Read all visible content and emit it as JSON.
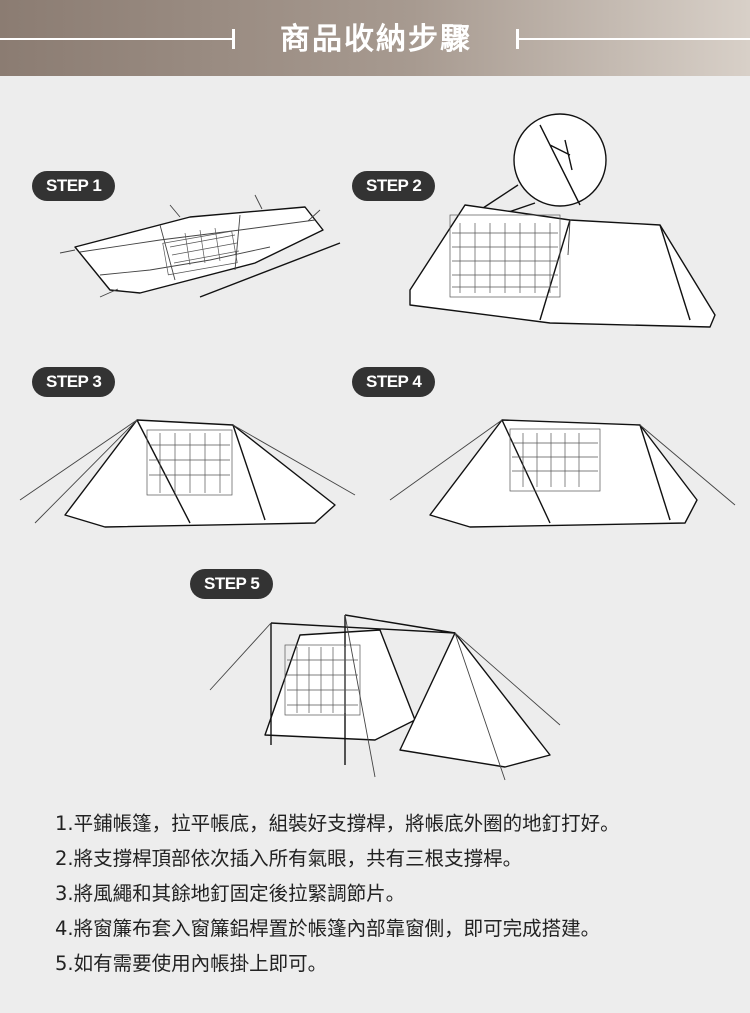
{
  "header": {
    "title": "商品收納步驟"
  },
  "steps": [
    {
      "badge": "STEP 1"
    },
    {
      "badge": "STEP 2"
    },
    {
      "badge": "STEP 3"
    },
    {
      "badge": "STEP 4"
    },
    {
      "badge": "STEP 5"
    }
  ],
  "instructions": [
    "1.平鋪帳篷，拉平帳底，組裝好支撐桿，將帳底外圈的地釘打好。",
    "2.將支撐桿頂部依次插入所有氣眼，共有三根支撐桿。",
    "3.將風繩和其餘地釘固定後拉緊調節片。",
    "4.將窗簾布套入窗簾鋁桿置於帳篷內部靠窗側，即可完成搭建。",
    "5.如有需要使用內帳掛上即可。"
  ],
  "colors": {
    "header_start": "#8b7c72",
    "header_end": "#d8d0c8",
    "badge_bg": "#333333",
    "background": "#ededed"
  }
}
